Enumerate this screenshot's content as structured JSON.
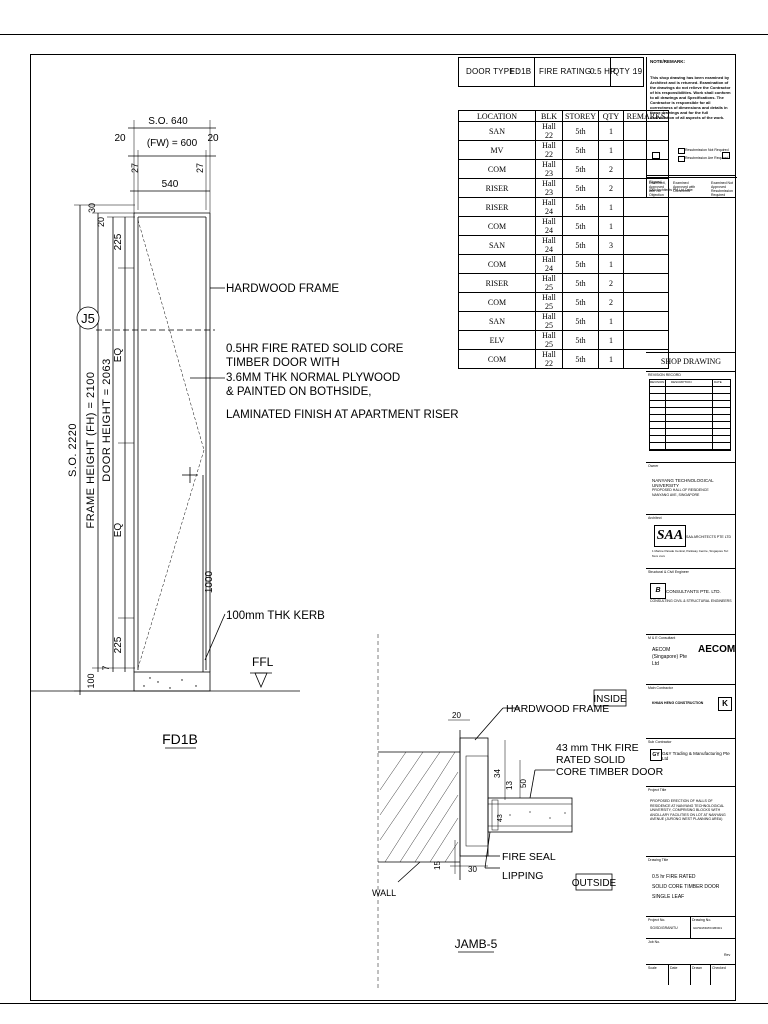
{
  "header": {
    "door_type_label": "DOOR TYPE :",
    "door_type_value": "FD1B",
    "fire_rating_label": "FIRE RATING :",
    "fire_rating_value": "0.5 HR",
    "qty_label": "QTY :",
    "qty_value": "19"
  },
  "schedule": {
    "columns": [
      "LOCATION",
      "BLK",
      "STOREY",
      "QTY",
      "REMARKS"
    ],
    "rows": [
      [
        "SAN",
        "Hall 22",
        "5th",
        "1",
        ""
      ],
      [
        "MV",
        "Hall 22",
        "5th",
        "1",
        ""
      ],
      [
        "COM",
        "Hall 23",
        "5th",
        "2",
        ""
      ],
      [
        "RISER",
        "Hall 23",
        "5th",
        "2",
        ""
      ],
      [
        "RISER",
        "Hall 24",
        "5th",
        "1",
        ""
      ],
      [
        "COM",
        "Hall 24",
        "5th",
        "1",
        ""
      ],
      [
        "SAN",
        "Hall 24",
        "5th",
        "3",
        ""
      ],
      [
        "COM",
        "Hall 24",
        "5th",
        "1",
        ""
      ],
      [
        "RISER",
        "Hall 25",
        "5th",
        "2",
        ""
      ],
      [
        "COM",
        "Hall 25",
        "5th",
        "2",
        ""
      ],
      [
        "SAN",
        "Hall 25",
        "5th",
        "1",
        ""
      ],
      [
        "ELV",
        "Hall 25",
        "5th",
        "1",
        ""
      ],
      [
        "COM",
        "Hall 22",
        "5th",
        "1",
        ""
      ]
    ]
  },
  "elevation": {
    "so_width": "S.O. 640",
    "fw": "(FW) = 600",
    "dim_20_left": "20",
    "dim_20_right": "20",
    "dim_27_left": "27",
    "dim_27_right": "27",
    "dim_540": "540",
    "dim_30": "30",
    "dim_20_top": "20",
    "dim_225_top": "225",
    "dim_225_bottom": "225",
    "dim_7": "7",
    "dim_100": "100",
    "dim_1000": "1000",
    "eq_top": "EQ",
    "eq_bottom": "EQ",
    "so_height": "S.O. 2220",
    "frame_height": "FRAME HEIGHT (FH) = 2100",
    "door_height": "DOOR HEIGHT = 2063",
    "j5_bubble": "J5",
    "label_frame": "HARDWOOD FRAME",
    "label_door_lines": [
      "0.5HR FIRE RATED SOLID CORE",
      "TIMBER DOOR WITH",
      "3.6MM THK NORMAL PLYWOOD",
      "& PAINTED ON BOTHSIDE,",
      "LAMINATED FINISH AT APARTMENT RISER"
    ],
    "label_kerb": "100mm THK KERB",
    "ffl": "FFL",
    "title": "FD1B"
  },
  "jamb": {
    "inside": "INSIDE",
    "outside": "OUTSIDE",
    "label_frame": "HARDWOOD FRAME",
    "label_door_lines": [
      "43 mm THK FIRE",
      "RATED SOLID",
      "CORE TIMBER DOOR"
    ],
    "label_seal": "FIRE SEAL",
    "label_lipping": "LIPPING",
    "label_wall": "WALL",
    "dim_20": "20",
    "dim_34": "34",
    "dim_13": "13",
    "dim_50": "50",
    "dim_43": "43",
    "dim_15": "15",
    "dim_30": "30",
    "title": "JAMB-5"
  },
  "title_block": {
    "note_heading": "NOTE/REMARK:",
    "note_text": "This shop drawing has been examined by Architect and is returned. Examination of the drawings do not relieve the Contractor of his responsibilities. Work shall conform to all drawings and Specifications. The Contractor is responsible for all correctness of dimensions and details in these drawings and for the full coordination of all aspects of the work.",
    "status_1": "Examined, Approved with No Objection",
    "status_2": "Examined Approved with Comments",
    "status_2a": "Resubmission Not Required",
    "status_2b": "Resubmission Are Required",
    "status_3": "Examined Not Approved Resubmission Required",
    "signed": "Signed :",
    "firm_date": "SAA Architects Pte Ltd      Date:",
    "shop_drawing": "SHOP DRAWING",
    "revision_record": "REVISION RECORD",
    "rev_cols": [
      "REVISION",
      "DESCRIPTION",
      "DATE"
    ],
    "owner_label": "Owner",
    "owner": "NANYANG TECHNOLOGICAL UNIVERSITY",
    "owner_sub_1": "PROPOSED HALL OF RESIDENCE",
    "owner_sub_2": "NANYANG AVE, SINGAPORE",
    "architect_label": "Architect",
    "architect": "SAA ARCHITECTS PTE LTD",
    "architect_addr": "1 Marine Parade Central, Parkway Centre, Singapore  Tel: 6xxx xxxx",
    "structural_label": "Structural & Civil Engineer",
    "structural": "CONSULTANTS PTE. LTD.",
    "structural_sub": "CONSULTING CIVIL & STRUCTURAL ENGINEERS",
    "mep_label": "M & E Consultant",
    "mep": "AECOM (Singapore) Pte Ltd",
    "mep_logo": "AECOM",
    "main_label": "Main Contractor",
    "main": "KHIAN HENG CONSTRUCTION",
    "sub_label": "Sub Contractor",
    "sub": "G&Y Trading & Manufacturing Pte Ltd",
    "project_label": "Project Title",
    "project": "PROPOSED ERECTION OF HALLS OF RESIDENCE AT NANYANG TECHNOLOGICAL UNIVERSITY, COMPRISING BLOCKS WITH ANCILLARY FACILITIES ON LOT AT NANYANG AVENUE (JURONG WEST PLANNING AREA)",
    "drawing_title_label": "Drawing Title",
    "drawing_title_1": "0.5 hr FIRE RATED",
    "drawing_title_2": "SOLID CORE TIMBER DOOR",
    "drawing_title_3": "SINGLE LEAF",
    "project_no_label": "Project No.",
    "project_no": "SG/SD/GRANITU",
    "drawing_no_label": "Drawing No.",
    "drawing_no": "GR/SD/DR/FD1B/001",
    "job_no_label": "Job No.",
    "rev_label": "Rev",
    "scale_label": "Scale",
    "date_label": "Date",
    "drawn_label": "Drawn",
    "checked_label": "Checked"
  }
}
